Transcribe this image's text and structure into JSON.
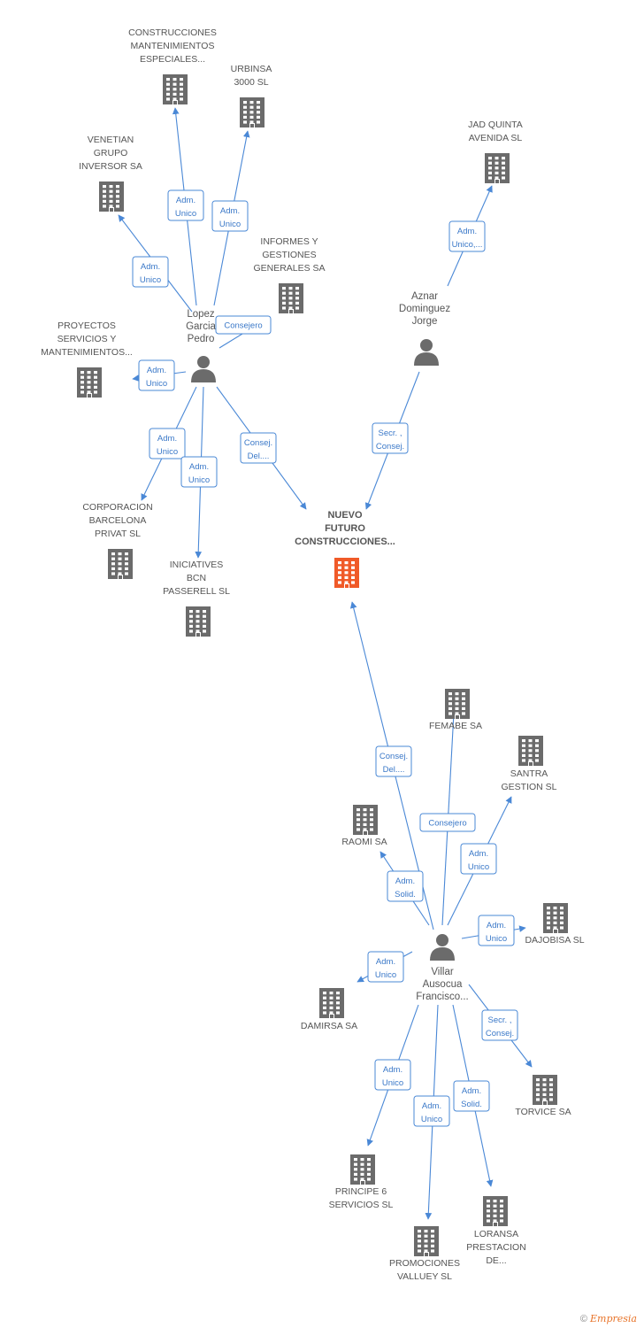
{
  "colors": {
    "company": "#6b6b6b",
    "focus": "#f05a28",
    "person": "#6b6b6b",
    "edge": "#4a88d6"
  },
  "nodes": [
    {
      "id": "construcciones",
      "type": "company",
      "label": [
        "CONSTRUCCIONES",
        "MANTENIMIENTOS",
        "ESPECIALES..."
      ]
    },
    {
      "id": "urbinsa",
      "type": "company",
      "label": [
        "URBINSA",
        "3000 SL"
      ]
    },
    {
      "id": "venetian",
      "type": "company",
      "label": [
        "VENETIAN",
        "GRUPO",
        "INVERSOR SA"
      ]
    },
    {
      "id": "informes",
      "type": "company",
      "label": [
        "INFORMES Y",
        "GESTIONES",
        "GENERALES SA"
      ]
    },
    {
      "id": "jadquinta",
      "type": "company",
      "label": [
        "JAD QUINTA",
        "AVENIDA SL"
      ]
    },
    {
      "id": "lopez",
      "type": "person",
      "label": [
        "Lopez",
        "Garcia",
        "Pedro"
      ]
    },
    {
      "id": "aznar",
      "type": "person",
      "label": [
        "Aznar",
        "Dominguez",
        "Jorge"
      ]
    },
    {
      "id": "proyectos",
      "type": "company",
      "label": [
        "PROYECTOS",
        "SERVICIOS Y",
        "MANTENIMIENTOS..."
      ]
    },
    {
      "id": "corporacion",
      "type": "company",
      "label": [
        "CORPORACION",
        "BARCELONA",
        "PRIVAT SL"
      ]
    },
    {
      "id": "iniciatives",
      "type": "company",
      "label": [
        "INICIATIVES",
        "BCN",
        "PASSERELL SL"
      ]
    },
    {
      "id": "nuevo",
      "type": "focus",
      "label": [
        "NUEVO",
        "FUTURO",
        "CONSTRUCCIONES..."
      ]
    },
    {
      "id": "femabe",
      "type": "company",
      "label": [
        "FEMABE SA"
      ]
    },
    {
      "id": "santra",
      "type": "company",
      "label": [
        "SANTRA",
        "GESTION SL"
      ]
    },
    {
      "id": "raomi",
      "type": "company",
      "label": [
        "RAOMI SA"
      ]
    },
    {
      "id": "dajobisa",
      "type": "company",
      "label": [
        "DAJOBISA SL"
      ]
    },
    {
      "id": "villar",
      "type": "person",
      "label": [
        "Villar",
        "Ausocua",
        "Francisco..."
      ]
    },
    {
      "id": "damirsa",
      "type": "company",
      "label": [
        "DAMIRSA SA"
      ]
    },
    {
      "id": "torvice",
      "type": "company",
      "label": [
        "TORVICE SA"
      ]
    },
    {
      "id": "principe",
      "type": "company",
      "label": [
        "PRINCIPE 6",
        "SERVICIOS SL"
      ]
    },
    {
      "id": "loransa",
      "type": "company",
      "label": [
        "LORANSA",
        "PRESTACION",
        "DE..."
      ]
    },
    {
      "id": "promociones",
      "type": "company",
      "label": [
        "PROMOCIONES",
        "VALLUEY SL"
      ]
    }
  ],
  "relations": [
    {
      "from": "lopez",
      "to": "construcciones",
      "label": [
        "Adm.",
        "Unico"
      ]
    },
    {
      "from": "lopez",
      "to": "urbinsa",
      "label": [
        "Adm.",
        "Unico"
      ]
    },
    {
      "from": "lopez",
      "to": "venetian",
      "label": [
        "Adm.",
        "Unico"
      ]
    },
    {
      "from": "lopez",
      "to": "informes",
      "label": [
        "Consejero"
      ]
    },
    {
      "from": "lopez",
      "to": "proyectos",
      "label": [
        "Adm.",
        "Unico"
      ]
    },
    {
      "from": "lopez",
      "to": "corporacion",
      "label": [
        "Adm.",
        "Unico"
      ]
    },
    {
      "from": "lopez",
      "to": "iniciatives",
      "label": [
        "Adm.",
        "Unico"
      ]
    },
    {
      "from": "lopez",
      "to": "nuevo",
      "label": [
        "Consej.",
        "Del...."
      ]
    },
    {
      "from": "aznar",
      "to": "jadquinta",
      "label": [
        "Adm.",
        "Unico,..."
      ]
    },
    {
      "from": "aznar",
      "to": "nuevo",
      "label": [
        "Secr. ,",
        "Consej."
      ]
    },
    {
      "from": "villar",
      "to": "nuevo",
      "label": [
        "Consej.",
        "Del...."
      ]
    },
    {
      "from": "villar",
      "to": "femabe",
      "label": [
        "Consejero"
      ]
    },
    {
      "from": "villar",
      "to": "santra",
      "label": [
        "Adm.",
        "Unico"
      ]
    },
    {
      "from": "villar",
      "to": "raomi",
      "label": [
        "Adm.",
        "Solid."
      ]
    },
    {
      "from": "villar",
      "to": "dajobisa",
      "label": [
        "Adm.",
        "Unico"
      ]
    },
    {
      "from": "villar",
      "to": "damirsa",
      "label": [
        "Adm.",
        "Unico"
      ]
    },
    {
      "from": "villar",
      "to": "torvice",
      "label": [
        "Secr. ,",
        "Consej."
      ]
    },
    {
      "from": "villar",
      "to": "principe",
      "label": [
        "Adm.",
        "Unico"
      ]
    },
    {
      "from": "villar",
      "to": "loransa",
      "label": [
        "Adm.",
        "Solid."
      ]
    },
    {
      "from": "villar",
      "to": "promociones",
      "label": [
        "Adm.",
        "Unico"
      ]
    }
  ],
  "footer": {
    "copyright_symbol": "©",
    "brand": "Empresia"
  }
}
